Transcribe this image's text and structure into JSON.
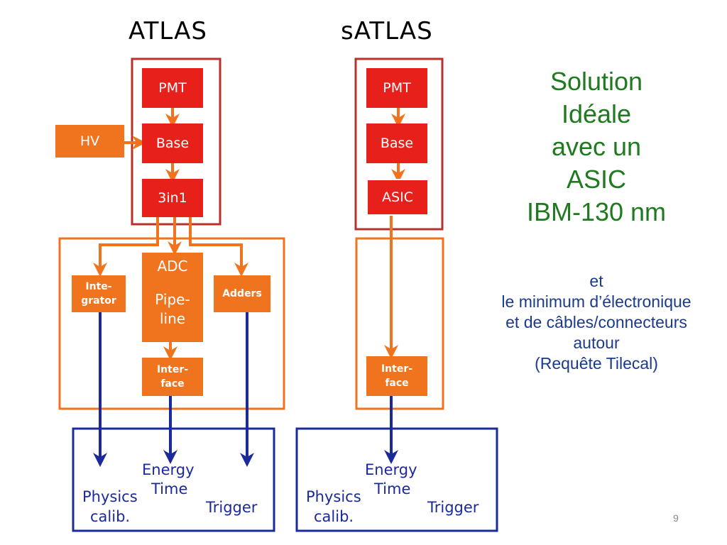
{
  "columns": {
    "atlas": "ATLAS",
    "satlas": "sATLAS"
  },
  "atlas": {
    "pmt": "PMT",
    "base": "Base",
    "hv": "HV",
    "three_in_one": "3in1",
    "integrator": [
      "Inte-",
      "grator"
    ],
    "adc": "ADC",
    "pipeline": [
      "Pipe-",
      "line"
    ],
    "adders": "Adders",
    "interface": [
      "Inter-",
      "face"
    ]
  },
  "satlas": {
    "pmt": "PMT",
    "base": "Base",
    "asic": "ASIC",
    "interface": [
      "Inter-",
      "face"
    ]
  },
  "outputs": {
    "energy": "Energy",
    "time": "Time",
    "physics": "Physics",
    "calib": "calib.",
    "trigger": "Trigger"
  },
  "solution_lines": [
    "Solution",
    "Idéale",
    "avec un",
    "ASIC",
    "IBM-130 nm"
  ],
  "remark_lines": [
    "et",
    "le minimum d’électronique",
    "et de câbles/connecteurs",
    "autour",
    "(Requête Tilecal)"
  ],
  "page_number": "9",
  "colors": {
    "red": "#e8201c",
    "dark_red_outline": "#b8302a",
    "orange": "#f0731e",
    "blue": "#1a2a9a",
    "green_text": "#1f7a1f"
  }
}
